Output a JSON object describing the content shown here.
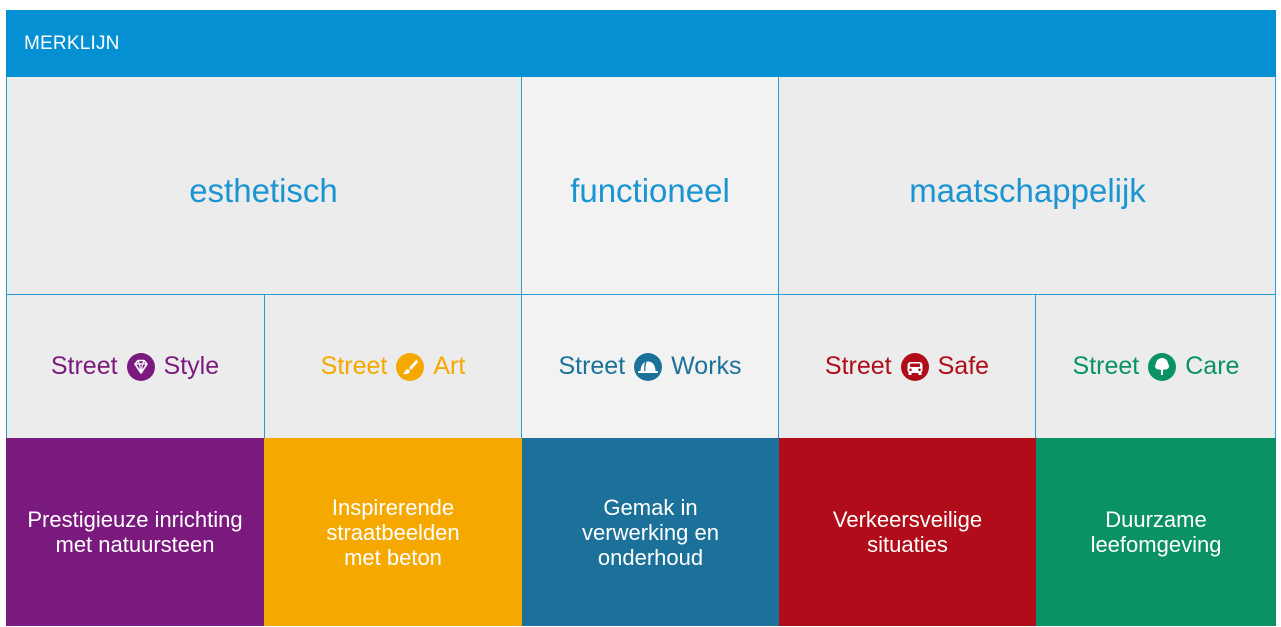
{
  "header": {
    "title": "MERKLIJN"
  },
  "colors": {
    "header": "#0590d4",
    "category_text": "#1b95d2",
    "style": "#7b1a7e",
    "art": "#f5a800",
    "works": "#1b7199",
    "safe": "#b00c19",
    "care": "#0b9166"
  },
  "categories": [
    {
      "label": "esthetisch"
    },
    {
      "label": "functioneel"
    },
    {
      "label": "maatschappelijk"
    }
  ],
  "brands": [
    {
      "prefix": "Street",
      "name": "Style",
      "icon": "diamond-icon",
      "color": "#7b1a7e"
    },
    {
      "prefix": "Street",
      "name": "Art",
      "icon": "paintbrush-icon",
      "color": "#f5a800"
    },
    {
      "prefix": "Street",
      "name": "Works",
      "icon": "hardhat-icon",
      "color": "#1b7199"
    },
    {
      "prefix": "Street",
      "name": "Safe",
      "icon": "car-icon",
      "color": "#b00c19"
    },
    {
      "prefix": "Street",
      "name": "Care",
      "icon": "tree-icon",
      "color": "#0b9166"
    }
  ],
  "descriptions": [
    {
      "text": "Prestigieuze inrichting met natuursteen"
    },
    {
      "text": "Inspirerende straatbeelden met beton"
    },
    {
      "text": "Gemak in verwerking en onderhoud"
    },
    {
      "text": "Verkeersveilige situaties"
    },
    {
      "text": "Duurzame leefomgeving"
    }
  ]
}
